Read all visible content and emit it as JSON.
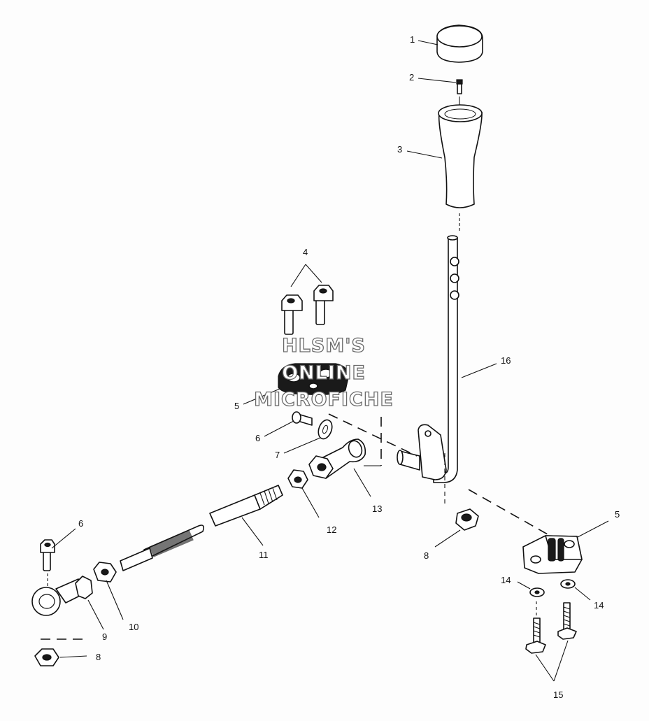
{
  "watermark": {
    "line1": "HLSM'S",
    "line2": "ONLINE",
    "line3": "MICROFICHE"
  },
  "callouts": {
    "c1": "1",
    "c2": "2",
    "c3": "3",
    "c4": "4",
    "c5a": "5",
    "c5b": "5",
    "c6a": "6",
    "c6b": "6",
    "c7": "7",
    "c8a": "8",
    "c8b": "8",
    "c9": "9",
    "c10": "10",
    "c11": "11",
    "c12": "12",
    "c13": "13",
    "c14a": "14",
    "c14b": "14",
    "c15": "15",
    "c16": "16"
  }
}
